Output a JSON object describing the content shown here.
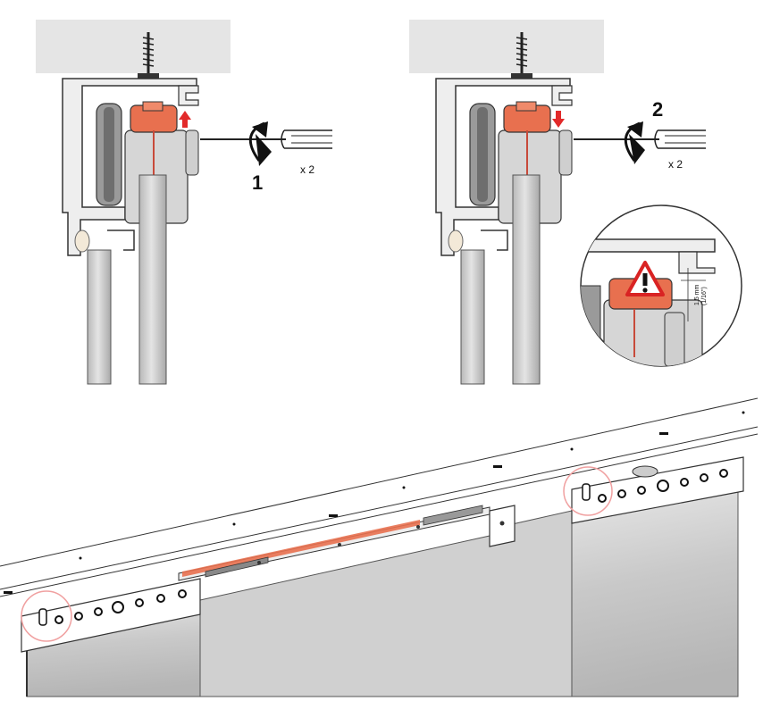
{
  "step1": {
    "step_number": "1",
    "quantity": "x 2"
  },
  "step2": {
    "step_number": "2",
    "quantity": "x 2",
    "gap_dimension": "1.5 mm",
    "gap_dimension_imperial": "(1/16\")"
  },
  "colors": {
    "accent": "#e8704f",
    "arrow": "#e22a2a",
    "warning": "#d92323",
    "profile": "#eeeeee",
    "carriage": "#d6d6d6",
    "door": "#c8c8c8",
    "ceiling": "#e5e5e5",
    "callout": "#f0a0a0"
  },
  "icons": [
    "screw-icon",
    "screwdriver-icon",
    "rotation-arrow-icon",
    "warning-icon",
    "adjustment-arrow-up-icon",
    "adjustment-arrow-down-icon"
  ]
}
